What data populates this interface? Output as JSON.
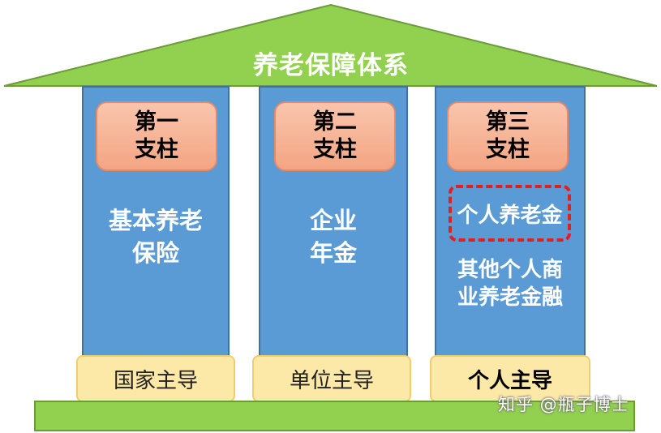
{
  "roof": {
    "title": "养老保障体系",
    "color": "#92d050"
  },
  "pillars": [
    {
      "cap_line1": "第一",
      "cap_line2": "支柱",
      "text_line1": "基本养老",
      "text_line2": "保险",
      "base": "国家主导"
    },
    {
      "cap_line1": "第二",
      "cap_line2": "支柱",
      "text_line1": "企业",
      "text_line2": "年金",
      "base": "单位主导"
    },
    {
      "cap_line1": "第三",
      "cap_line2": "支柱",
      "highlight": "个人养老金",
      "text_line1": "其他个人商",
      "text_line2": "业养老金融",
      "base": "个人主导"
    }
  ],
  "watermark": "知乎 @瓶子博士",
  "colors": {
    "pillar": "#5b9bd5",
    "cap": "#f4a582",
    "base": "#fde9a7",
    "foundation": "#92d050",
    "highlight_border": "#e0201e"
  }
}
